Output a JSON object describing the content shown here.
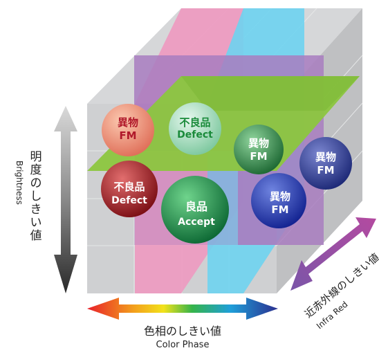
{
  "axes": {
    "brightness": {
      "label_jp": "明度のしきい値",
      "label_en": "Brightness"
    },
    "color_phase": {
      "label_jp": "色相のしきい値",
      "label_en": "Color Phase"
    },
    "infra_red": {
      "label_jp": "近赤外線のしきい値",
      "label_en": "Infra Red"
    }
  },
  "spheres": {
    "fm_top_left": {
      "line1": "異物",
      "line2": "FM",
      "color": "#e8806a"
    },
    "defect_top": {
      "line1": "不良品",
      "line2": "Defect",
      "color": "#9fdcc0"
    },
    "fm_center": {
      "line1": "異物",
      "line2": "FM",
      "color": "#2e8a4a"
    },
    "fm_right": {
      "line1": "異物",
      "line2": "FM",
      "color": "#2b3f9a"
    },
    "defect_left": {
      "line1": "不良品",
      "line2": "Defect",
      "color": "#a8202a"
    },
    "accept": {
      "line1": "良品",
      "line2": "Accept",
      "color": "#1f9a4e"
    },
    "fm_blue": {
      "line1": "異物",
      "line2": "FM",
      "color": "#1e36a8"
    }
  },
  "colors": {
    "cube_gray": "#cfd0d2",
    "pink_plane": "#ee9ac0",
    "cyan_plane": "#6ed3f0",
    "purple_plane": "#a87cc0",
    "green_plane": "#8cc63f"
  }
}
